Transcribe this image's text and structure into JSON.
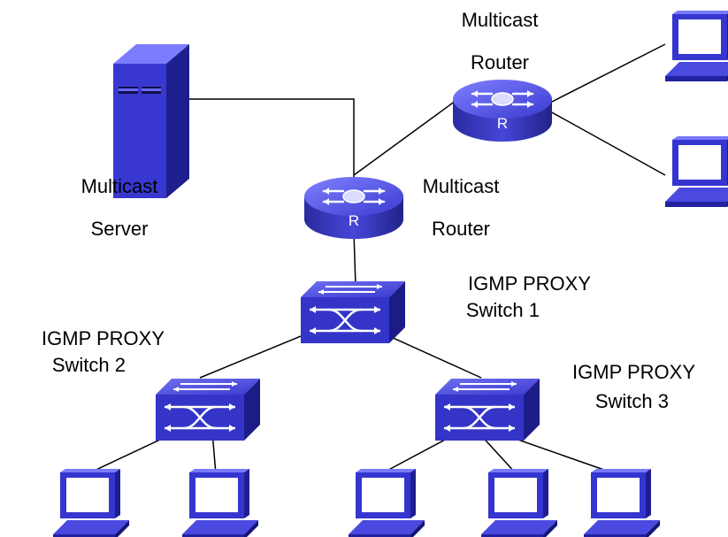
{
  "labels": {
    "multicast_router_top_line1": "Multicast",
    "multicast_router_top_line2": "Router",
    "multicast_server_line1": "Multicast",
    "multicast_server_line2": "Server",
    "multicast_router_mid_line1": "Multicast",
    "multicast_router_mid_line2": "Router",
    "router_glyph": "R",
    "proxy_switch1_line1": "IGMP PROXY",
    "proxy_switch1_line2": "Switch 1",
    "proxy_switch2_line1": "IGMP PROXY",
    "proxy_switch2_line2": "Switch 2",
    "proxy_switch3_line1": "IGMP PROXY",
    "proxy_switch3_line2": "Switch 3"
  },
  "colors": {
    "device_blue": "#3333cc",
    "device_dark": "#1a1a80",
    "device_light": "#6666ff",
    "line": "#000000"
  }
}
